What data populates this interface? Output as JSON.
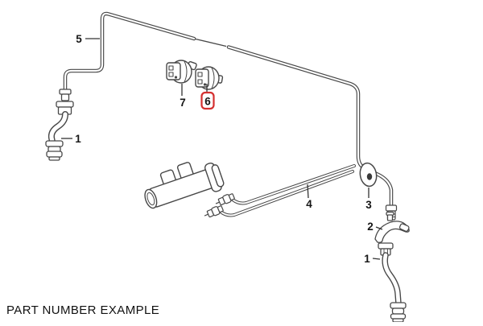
{
  "footer": {
    "caption": "PART NUMBER EXAMPLE"
  },
  "colors": {
    "line": "#474747",
    "text": "#151515",
    "highlight": "#d43030",
    "background": "#ffffff"
  },
  "diagram": {
    "kind": "exploded-parts-diagram",
    "highlighted_callout": "6",
    "callouts": [
      {
        "label": "5",
        "highlighted": false
      },
      {
        "label": "1",
        "highlighted": false
      },
      {
        "label": "7",
        "highlighted": false
      },
      {
        "label": "6",
        "highlighted": true
      },
      {
        "label": "4",
        "highlighted": false
      },
      {
        "label": "3",
        "highlighted": false
      },
      {
        "label": "2",
        "highlighted": false
      },
      {
        "label": "1",
        "highlighted": false
      }
    ]
  }
}
